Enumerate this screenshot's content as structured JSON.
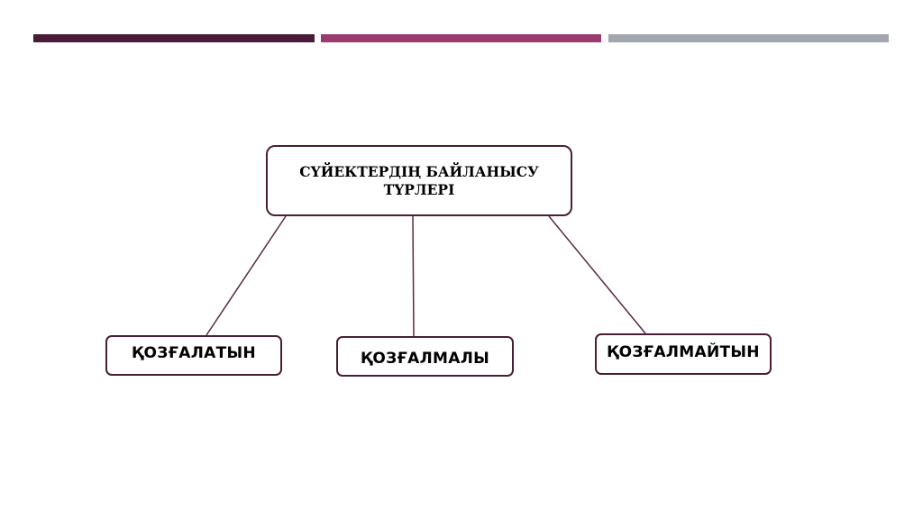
{
  "colors": {
    "bar_1": "#4a1c3a",
    "bar_2": "#9a3a6e",
    "bar_3": "#a2a6ae",
    "connector": "#5a2a45",
    "box_border": "#4a1f35"
  },
  "diagram": {
    "root": {
      "label": "СҮЙЕКТЕРДІҢ БАЙЛАНЫСУ ТҮРЛЕРІ"
    },
    "children": [
      {
        "label": "ҚОЗҒАЛАТЫН"
      },
      {
        "label": "ҚОЗҒАЛМАЛЫ"
      },
      {
        "label": "ҚОЗҒАЛМАЙТЫН"
      }
    ]
  }
}
